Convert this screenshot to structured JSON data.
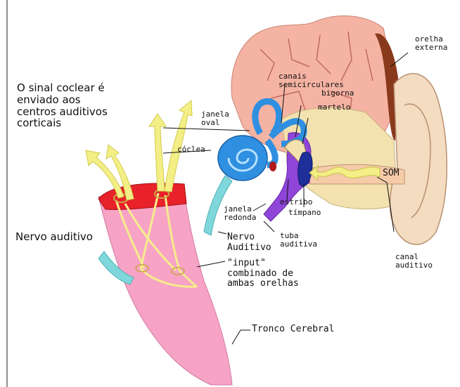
{
  "colors": {
    "brain": "#f5b3a3",
    "bone": "#f3e2b0",
    "skin": "#f4dcc0",
    "hair": "#8a3a1c",
    "brainstem": "#f7a3c6",
    "nerve_red": "#e8212a",
    "nerve_fiber": "#f6ec8c",
    "signal_arrow": "#f3ef86",
    "cochlea_blue": "#2f8fe0",
    "auditory_nerve_cyan": "#7fd7dc",
    "eustachian_purple": "#8f45d8",
    "eardrum_blue": "#1f2f9a"
  },
  "labels": {
    "cortical_signal": "O sinal coclear é\nenviado aos\ncentros auditivos\ncorticais",
    "auditory_nerve_left": "Nervo auditivo",
    "combined_input": "\"input\"\ncombinado de\nambas orelhas",
    "brainstem": "Tronco Cerebral",
    "oval_window": "janela\noval",
    "cochlea": "cóclea",
    "semicircular_canals": "canais\nsemicirculares",
    "incus": "bigorna",
    "malleus": "martelo",
    "outer_ear": "orelha\nexterna",
    "sound": "SOM",
    "stapes": "estribo",
    "eardrum": "tímpano",
    "round_window": "janela\nredonda",
    "auditory_nerve": "Nervo\nAuditivo",
    "auditory_tube": "tuba\nauditiva",
    "ear_canal": "canal\nauditivo"
  }
}
